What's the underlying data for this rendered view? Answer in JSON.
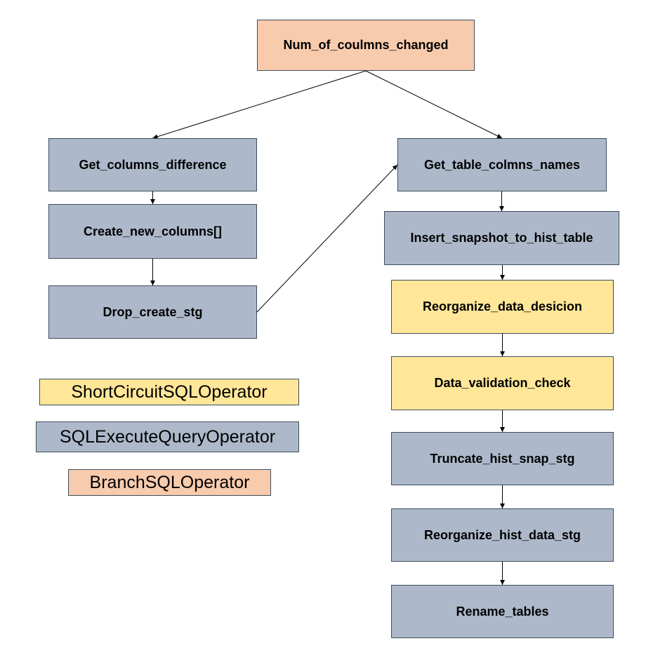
{
  "colors": {
    "branch": "#f8cbad",
    "sql_execute": "#adb9ca",
    "short_circuit": "#ffe699",
    "border": "#3e4d5c",
    "edge": "#000000"
  },
  "nodes": {
    "num_of_columns_changed": "Num_of_coulmns_changed",
    "get_columns_difference": "Get_columns_difference",
    "create_new_columns": "Create_new_columns[]",
    "drop_create_stg": "Drop_create_stg",
    "get_table_columns_names": "Get_table_colmns_names",
    "insert_snapshot_to_hist_table": "Insert_snapshot_to_hist_table",
    "reorganize_data_decision": "Reorganize_data_desicion",
    "data_validation_check": "Data_validation_check",
    "truncate_hist_snap_stg": "Truncate_hist_snap_stg",
    "reorganize_hist_data_stg": "Reorganize_hist_data_stg",
    "rename_tables": "Rename_tables"
  },
  "legend": {
    "short_circuit": "ShortCircuitSQLOperator",
    "sql_execute": "SQLExecuteQueryOperator",
    "branch": "BranchSQLOperator"
  },
  "edges": [
    [
      "num_of_columns_changed",
      "get_columns_difference"
    ],
    [
      "num_of_columns_changed",
      "get_table_columns_names"
    ],
    [
      "get_columns_difference",
      "create_new_columns"
    ],
    [
      "create_new_columns",
      "drop_create_stg"
    ],
    [
      "drop_create_stg",
      "get_table_columns_names"
    ],
    [
      "get_table_columns_names",
      "insert_snapshot_to_hist_table"
    ],
    [
      "insert_snapshot_to_hist_table",
      "reorganize_data_decision"
    ],
    [
      "reorganize_data_decision",
      "data_validation_check"
    ],
    [
      "data_validation_check",
      "truncate_hist_snap_stg"
    ],
    [
      "truncate_hist_snap_stg",
      "reorganize_hist_data_stg"
    ],
    [
      "reorganize_hist_data_stg",
      "rename_tables"
    ]
  ]
}
